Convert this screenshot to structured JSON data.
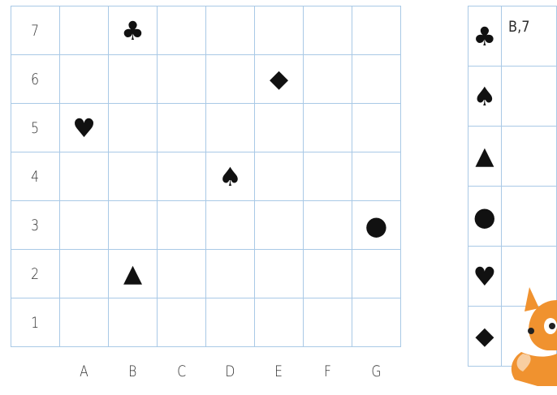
{
  "rows": [
    {
      "label": "7",
      "cells": [
        "",
        "clubs-icon",
        "",
        "",
        "",
        "",
        ""
      ]
    },
    {
      "label": "6",
      "cells": [
        "",
        "",
        "",
        "",
        "diamond-icon",
        "",
        ""
      ]
    },
    {
      "label": "5",
      "cells": [
        "heart-icon",
        "",
        "",
        "",
        "",
        "",
        ""
      ]
    },
    {
      "label": "4",
      "cells": [
        "",
        "",
        "",
        "spade-icon",
        "",
        "",
        ""
      ]
    },
    {
      "label": "3",
      "cells": [
        "",
        "",
        "",
        "",
        "",
        "",
        "circle-icon"
      ]
    },
    {
      "label": "2",
      "cells": [
        "",
        "triangle-icon",
        "",
        "",
        "",
        "",
        ""
      ]
    },
    {
      "label": "1",
      "cells": [
        "",
        "",
        "",
        "",
        "",
        "",
        ""
      ]
    }
  ],
  "columns": [
    "A",
    "B",
    "C",
    "D",
    "E",
    "F",
    "G"
  ],
  "key": [
    {
      "icon": "clubs-icon",
      "answer": "B,7"
    },
    {
      "icon": "spade-icon",
      "answer": ""
    },
    {
      "icon": "triangle-icon",
      "answer": ""
    },
    {
      "icon": "circle-icon",
      "answer": ""
    },
    {
      "icon": "heart-icon",
      "answer": ""
    },
    {
      "icon": "diamond-icon",
      "answer": ""
    }
  ],
  "colors": {
    "grid": "#a9c9e6",
    "symbol": "#111111",
    "fox": "#f0922f"
  }
}
